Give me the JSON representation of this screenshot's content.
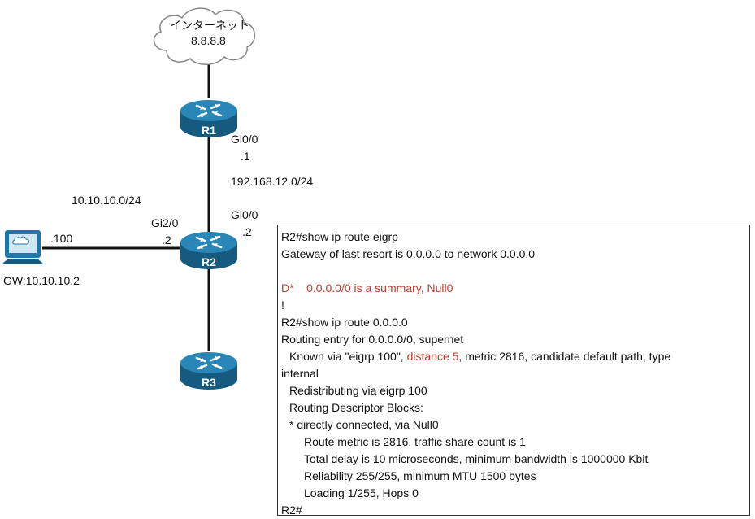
{
  "colors": {
    "router": "#1f77a8",
    "router_dark": "#165a80",
    "link": "#111111",
    "highlight": "#c0392b"
  },
  "cloud": {
    "label": "インターネット",
    "ip": "8.8.8.8"
  },
  "routers": {
    "r1": "R1",
    "r2": "R2",
    "r3": "R3"
  },
  "labels": {
    "r1_if": "Gi0/0",
    "r1_ip": ".1",
    "net_12": "192.168.12.0/24",
    "net_10": "10.10.10.0/24",
    "r2_gi20": "Gi2/0",
    "r2_gi20_ip": ".2",
    "r2_gi00": "Gi0/0",
    "r2_gi00_ip": ".2",
    "pc_ip": ".100",
    "pc_gw": "GW:10.10.10.2"
  },
  "cli": {
    "l1": "R2#show ip route eigrp",
    "l2": "Gateway of last resort is 0.0.0.0 to network 0.0.0.0",
    "l3_code": "D*",
    "l3_rest": "0.0.0.0/0 is a summary, Null0",
    "l4": "!",
    "l5": "R2#show ip route 0.0.0.0",
    "l6": "Routing entry for 0.0.0.0/0, supernet",
    "l7_a": "Known via \"eigrp 100\", ",
    "l7_b": "distance 5",
    "l7_c": ", metric 2816, candidate default path, type",
    "l7_d": "internal",
    "l8": "Redistributing via eigrp 100",
    "l9": "Routing Descriptor Blocks:",
    "l10": "* directly connected, via Null0",
    "l11": "Route metric is 2816, traffic share count is 1",
    "l12": "Total delay is 10 microseconds, minimum bandwidth is 1000000 Kbit",
    "l13": "Reliability 255/255, minimum MTU 1500 bytes",
    "l14": "Loading 1/255, Hops 0",
    "l15": "R2#"
  }
}
